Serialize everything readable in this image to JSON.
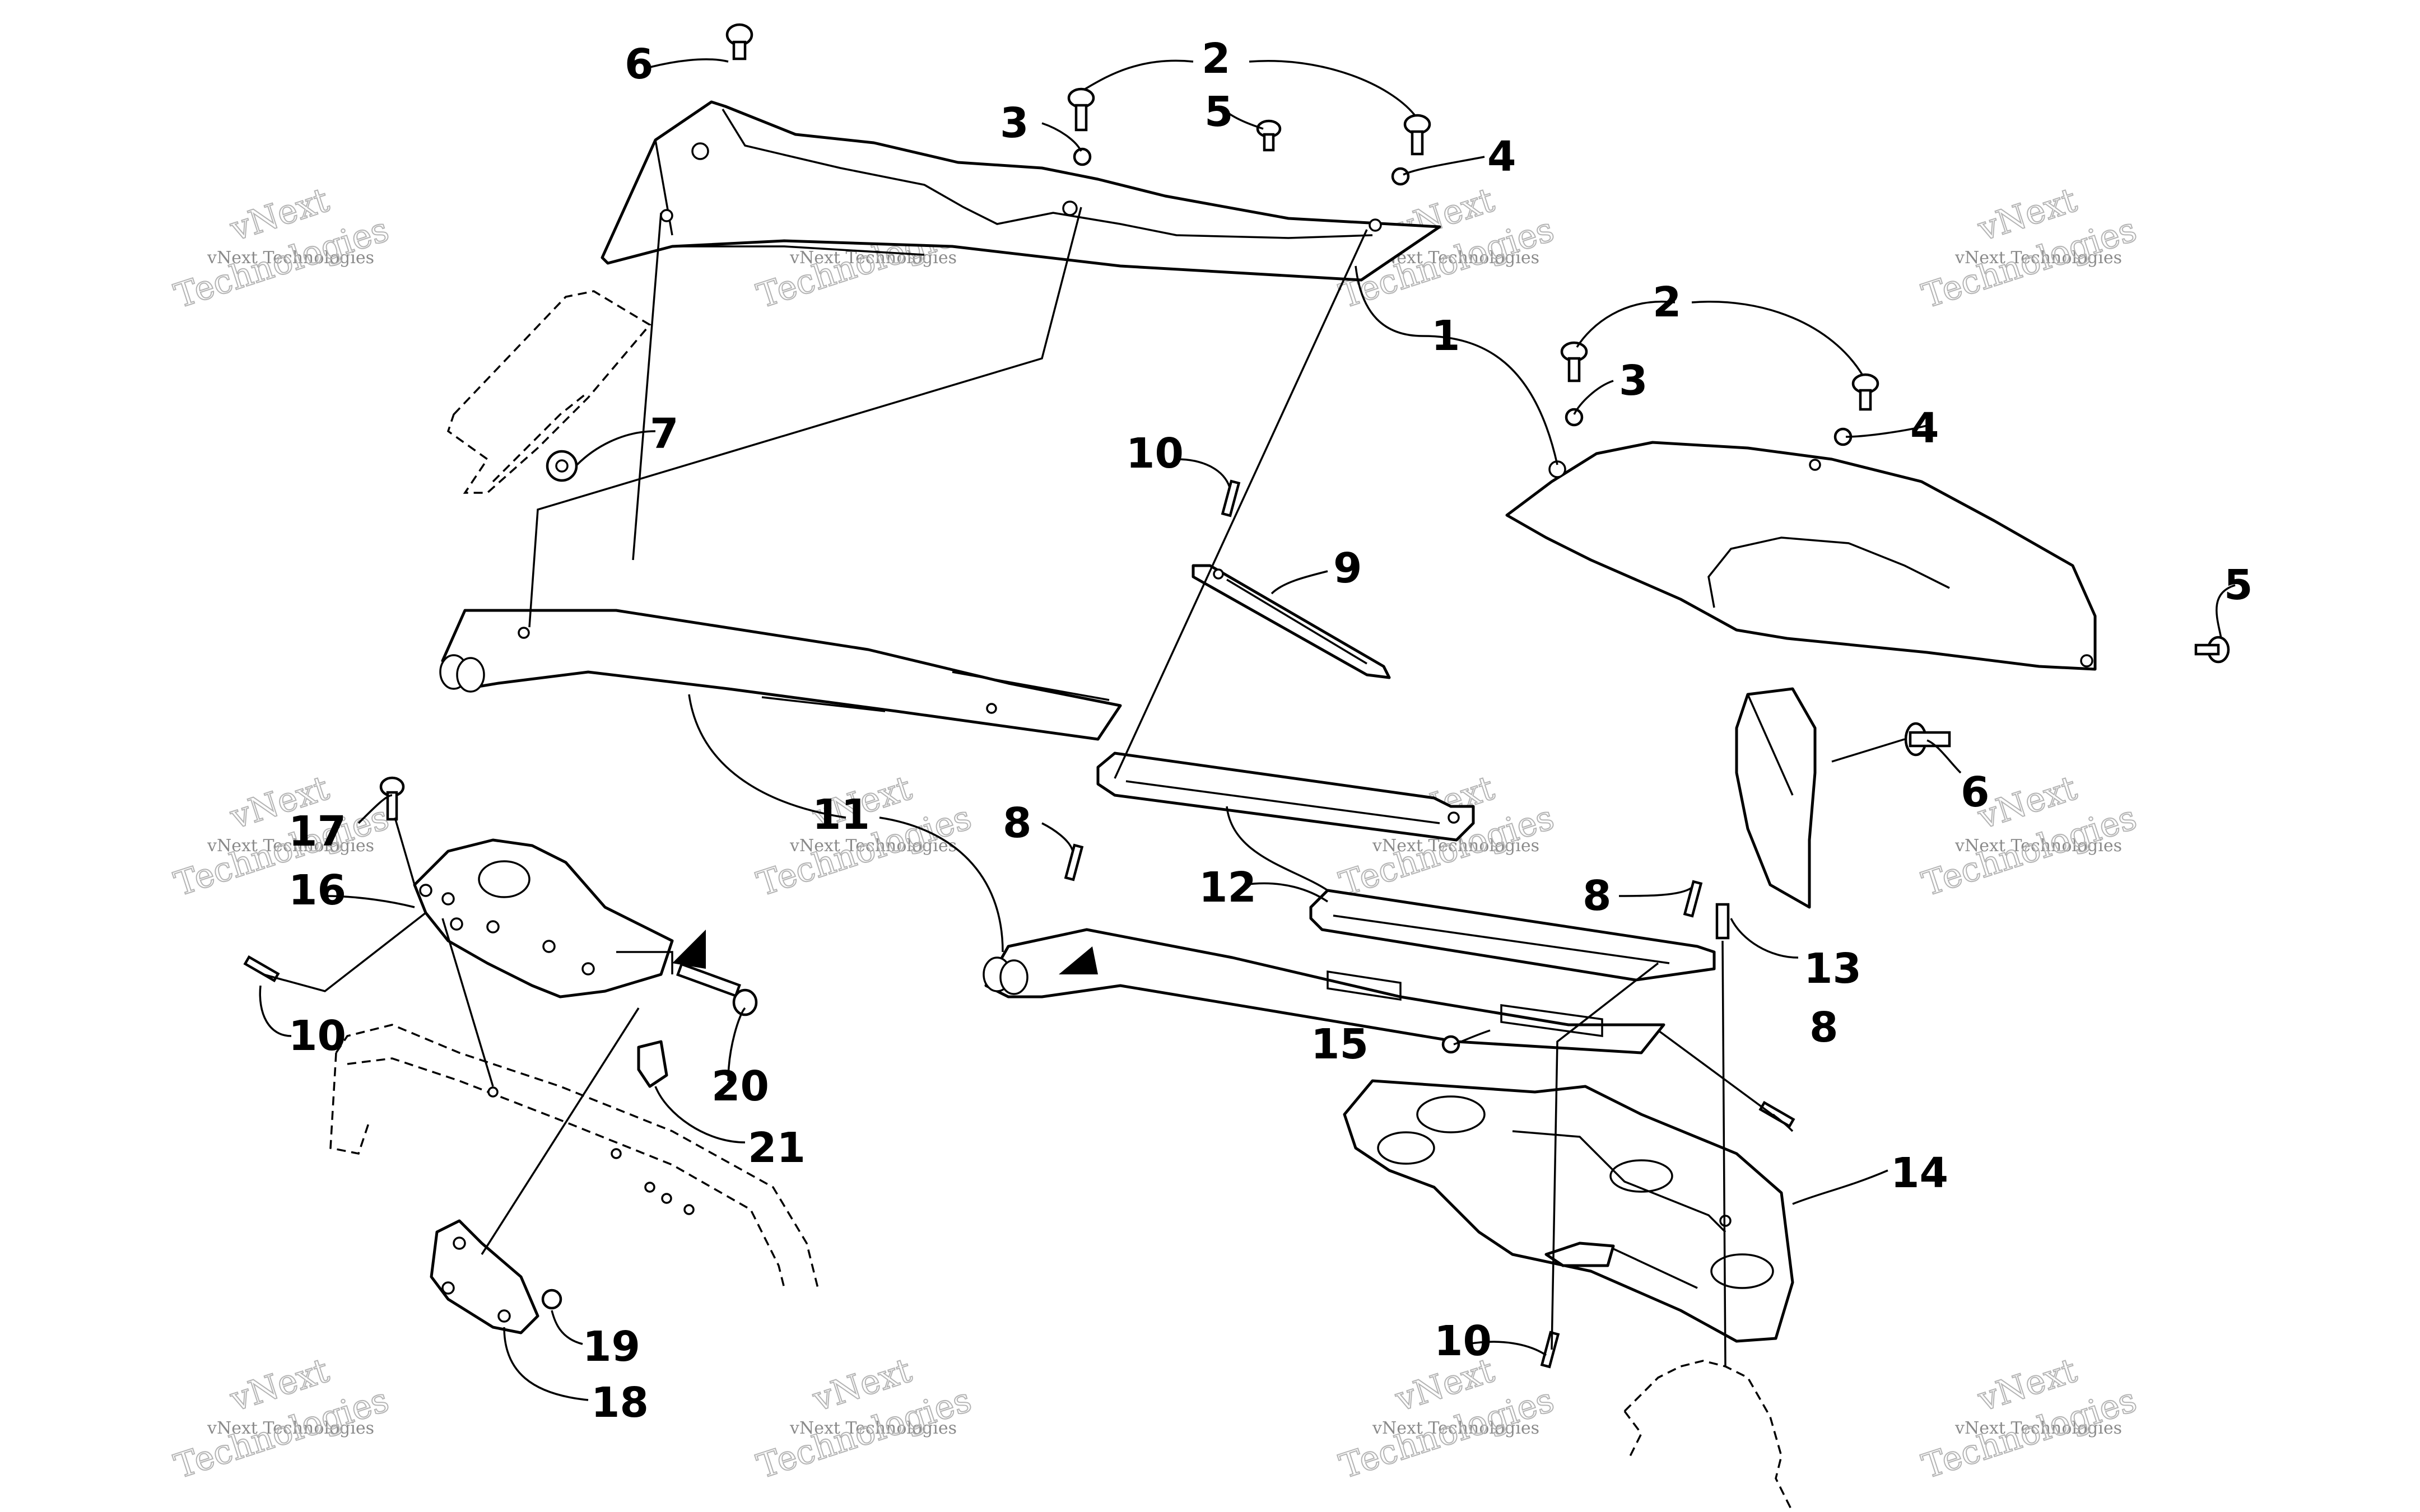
{
  "diagram": {
    "callouts": [
      "6",
      "2",
      "3",
      "5",
      "4",
      "1",
      "2",
      "3",
      "4",
      "7",
      "10",
      "9",
      "5",
      "6",
      "11",
      "8",
      "12",
      "8",
      "13",
      "17",
      "16",
      "10",
      "20",
      "21",
      "15",
      "8",
      "14",
      "19",
      "18",
      "10"
    ],
    "watermarks": [
      {
        "line1": "vNext",
        "line2": "vNext Technologies",
        "line3": "Technologies"
      },
      {
        "line1": "vNext",
        "line2": "vNext Technologies",
        "line3": "Technologies"
      },
      {
        "line1": "vNext",
        "line2": "vNext Technologies",
        "line3": "Technologies"
      },
      {
        "line1": "vNext",
        "line2": "vNext Technologies",
        "line3": "Technologies"
      },
      {
        "line1": "vNext",
        "line2": "vNext Technologies",
        "line3": "Technologies"
      },
      {
        "line1": "vNext",
        "line2": "vNext Technologies",
        "line3": "Technologies"
      },
      {
        "line1": "vNext",
        "line2": "vNext Technologies",
        "line3": "Technologies"
      },
      {
        "line1": "vNext",
        "line2": "vNext Technologies",
        "line3": "Technologies"
      },
      {
        "line1": "vNext",
        "line2": "vNext Technologies",
        "line3": "Technologies"
      },
      {
        "line1": "vNext",
        "line2": "vNext Technologies",
        "line3": "Technologies"
      },
      {
        "line1": "vNext",
        "line2": "vNext Technologies",
        "line3": "Technologies"
      },
      {
        "line1": "vNext",
        "line2": "vNext Technologies",
        "line3": "Technologies"
      }
    ]
  }
}
